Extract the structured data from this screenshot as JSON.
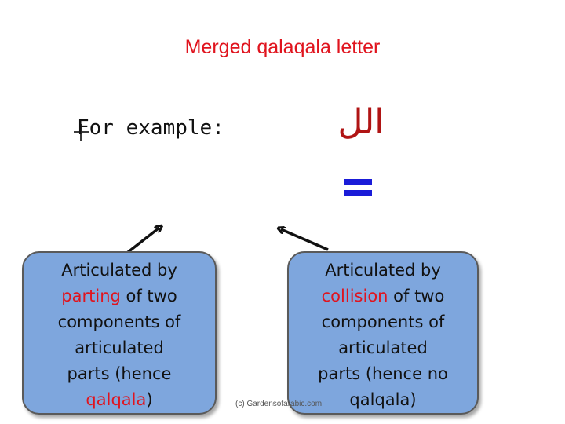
{
  "slide": {
    "title": "Merged qalaqala letter",
    "example_label": "For example:",
    "arabic_text": "الل",
    "left_box": {
      "line1": "Articulated by",
      "line2_highlight": "parting",
      "line2_rest": " of two",
      "line3": "components of",
      "line4": "articulated",
      "line5": "parts (hence",
      "line6_highlight": "qalqala",
      "line6_rest": ")"
    },
    "right_box": {
      "line1": "Articulated by",
      "line2_highlight": "collision",
      "line2_rest": " of two",
      "line3": "components of",
      "line4": "articulated",
      "line5": "parts (hence no",
      "line6": "qalqala)"
    },
    "copyright": "(c) Gardensofarabic.com"
  },
  "colors": {
    "title": "#e0141e",
    "highlight": "#e0141e",
    "box_fill": "#7ea6dd",
    "equals": "#1a1cd8",
    "arabic": "#b01414"
  },
  "icons": [
    "plus-icon",
    "equals-icon",
    "arrow-up-right-icon",
    "arrow-up-left-icon"
  ]
}
